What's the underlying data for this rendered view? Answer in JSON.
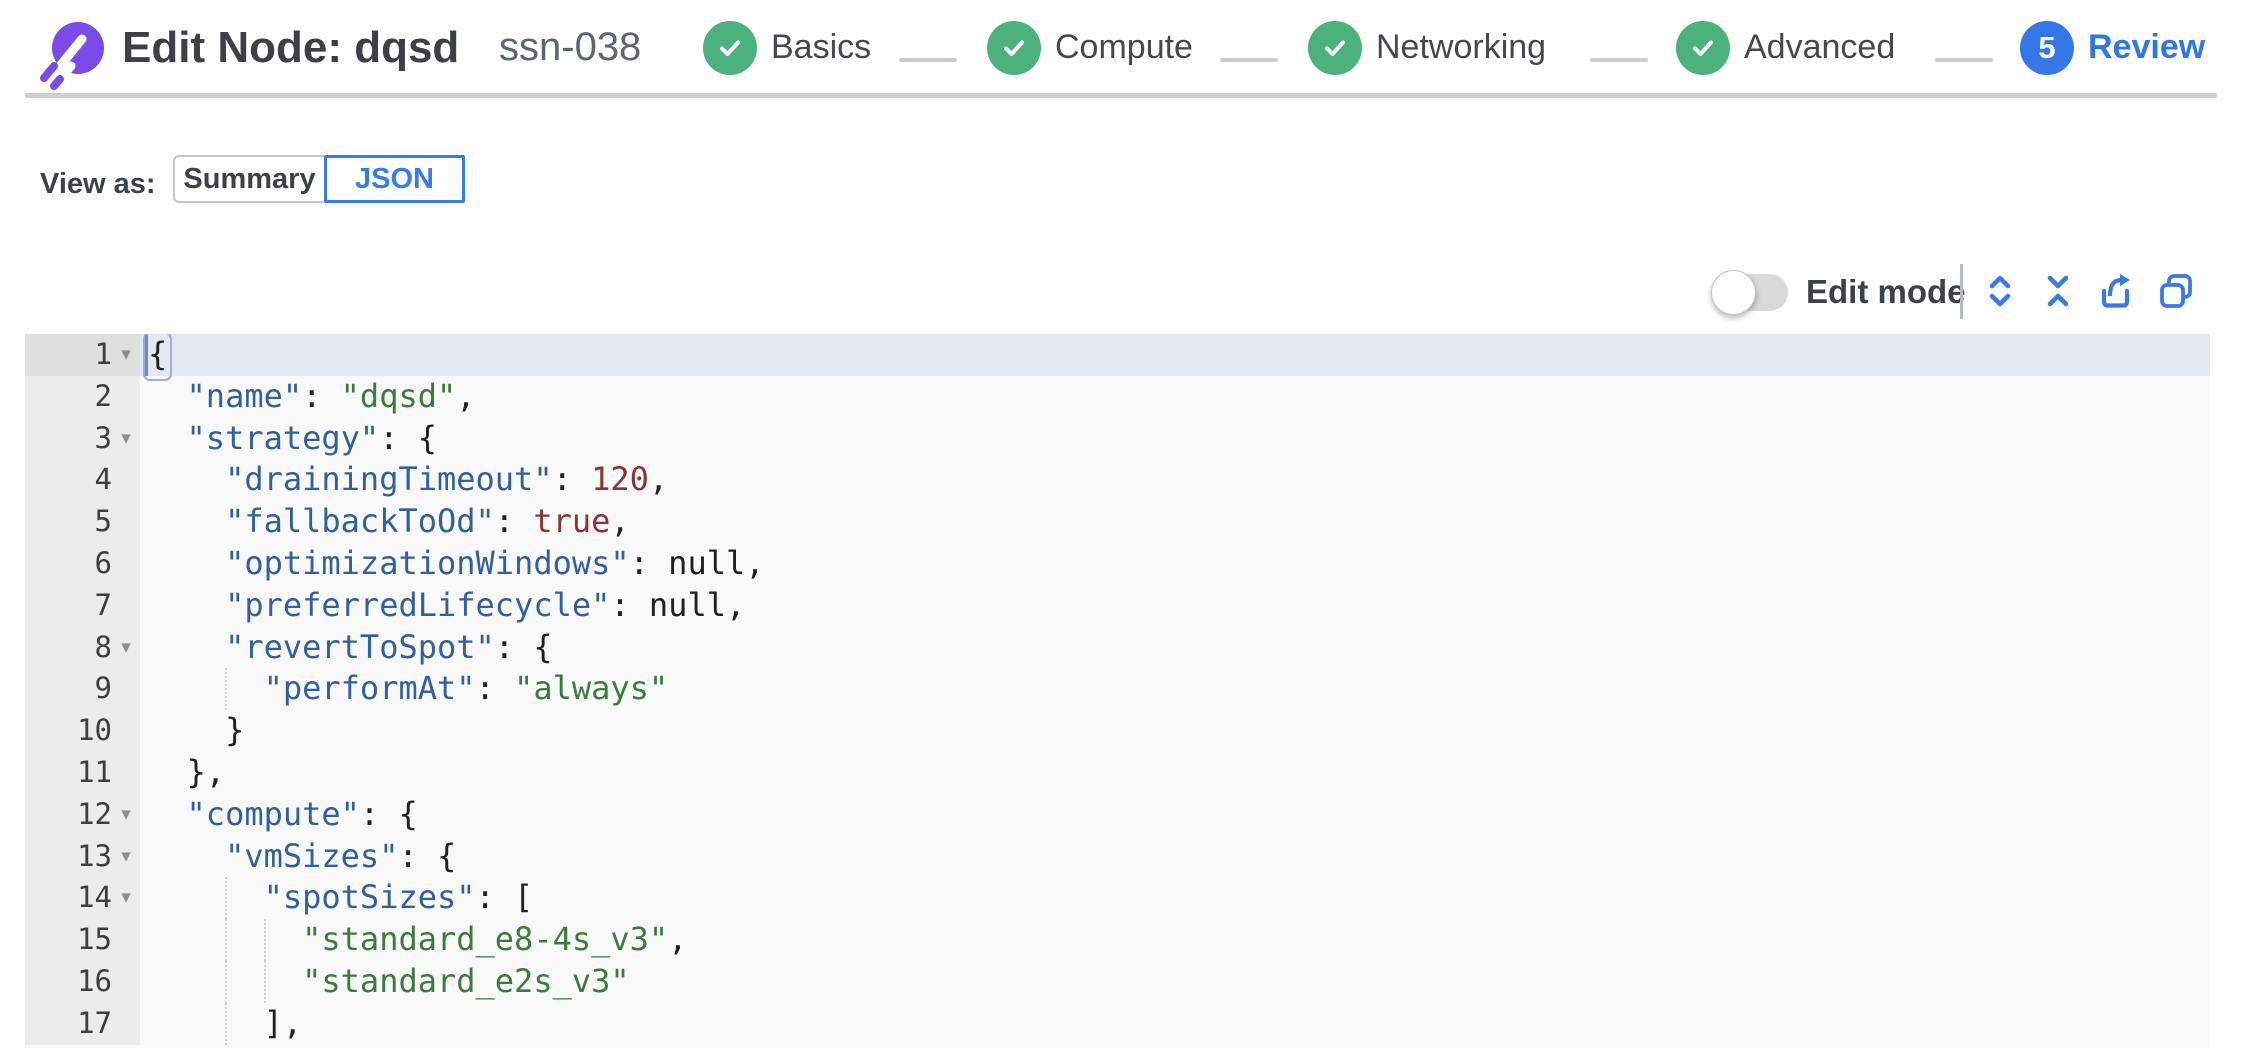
{
  "header": {
    "title": "Edit Node: dqsd",
    "node_id": "ssn-038",
    "steps": [
      {
        "label": "Basics",
        "state": "done"
      },
      {
        "label": "Compute",
        "state": "done"
      },
      {
        "label": "Networking",
        "state": "done"
      },
      {
        "label": "Advanced",
        "state": "done"
      },
      {
        "label": "Review",
        "state": "current",
        "number": "5"
      }
    ]
  },
  "view_as": {
    "label": "View as:",
    "options": [
      {
        "label": "Summary",
        "selected": false
      },
      {
        "label": "JSON",
        "selected": true
      }
    ]
  },
  "toolbar": {
    "edit_mode_label": "Edit mode",
    "edit_mode_on": false,
    "icons": [
      "expand-all",
      "collapse-all",
      "export",
      "copy"
    ]
  },
  "colors": {
    "accent_blue": "#3577e8",
    "step_green": "#4bb27e",
    "editor_bg": "#f9f9f9",
    "gutter_bg": "#ececec",
    "active_line": "#e2e7f1",
    "key": "#30609f",
    "string": "#3a7c3b",
    "number": "#8e3335",
    "logo_purple": "#7a4be8"
  },
  "editor": {
    "active_line": 1,
    "lines": [
      {
        "num": 1,
        "fold": true,
        "indent": 0,
        "tokens": [
          [
            "p",
            "{"
          ]
        ]
      },
      {
        "num": 2,
        "fold": false,
        "indent": 2,
        "tokens": [
          [
            "w",
            "  "
          ],
          [
            "k",
            "\"name\""
          ],
          [
            "p",
            ": "
          ],
          [
            "s",
            "\"dqsd\""
          ],
          [
            "p",
            ","
          ]
        ]
      },
      {
        "num": 3,
        "fold": true,
        "indent": 2,
        "tokens": [
          [
            "w",
            "  "
          ],
          [
            "k",
            "\"strategy\""
          ],
          [
            "p",
            ": {"
          ]
        ]
      },
      {
        "num": 4,
        "fold": false,
        "indent": 4,
        "tokens": [
          [
            "w",
            "    "
          ],
          [
            "k",
            "\"drainingTimeout\""
          ],
          [
            "p",
            ": "
          ],
          [
            "n",
            "120"
          ],
          [
            "p",
            ","
          ]
        ]
      },
      {
        "num": 5,
        "fold": false,
        "indent": 4,
        "tokens": [
          [
            "w",
            "    "
          ],
          [
            "k",
            "\"fallbackToOd\""
          ],
          [
            "p",
            ": "
          ],
          [
            "b",
            "true"
          ],
          [
            "p",
            ","
          ]
        ]
      },
      {
        "num": 6,
        "fold": false,
        "indent": 4,
        "tokens": [
          [
            "w",
            "    "
          ],
          [
            "k",
            "\"optimizationWindows\""
          ],
          [
            "p",
            ": "
          ],
          [
            "u",
            "null"
          ],
          [
            "p",
            ","
          ]
        ]
      },
      {
        "num": 7,
        "fold": false,
        "indent": 4,
        "tokens": [
          [
            "w",
            "    "
          ],
          [
            "k",
            "\"preferredLifecycle\""
          ],
          [
            "p",
            ": "
          ],
          [
            "u",
            "null"
          ],
          [
            "p",
            ","
          ]
        ]
      },
      {
        "num": 8,
        "fold": true,
        "indent": 4,
        "tokens": [
          [
            "w",
            "    "
          ],
          [
            "k",
            "\"revertToSpot\""
          ],
          [
            "p",
            ": {"
          ]
        ]
      },
      {
        "num": 9,
        "fold": false,
        "indent": 6,
        "tokens": [
          [
            "w",
            "      "
          ],
          [
            "k",
            "\"performAt\""
          ],
          [
            "p",
            ": "
          ],
          [
            "s",
            "\"always\""
          ]
        ]
      },
      {
        "num": 10,
        "fold": false,
        "indent": 4,
        "tokens": [
          [
            "w",
            "    "
          ],
          [
            "p",
            "}"
          ]
        ]
      },
      {
        "num": 11,
        "fold": false,
        "indent": 2,
        "tokens": [
          [
            "w",
            "  "
          ],
          [
            "p",
            "},"
          ]
        ]
      },
      {
        "num": 12,
        "fold": true,
        "indent": 2,
        "tokens": [
          [
            "w",
            "  "
          ],
          [
            "k",
            "\"compute\""
          ],
          [
            "p",
            ": {"
          ]
        ]
      },
      {
        "num": 13,
        "fold": true,
        "indent": 4,
        "tokens": [
          [
            "w",
            "    "
          ],
          [
            "k",
            "\"vmSizes\""
          ],
          [
            "p",
            ": {"
          ]
        ]
      },
      {
        "num": 14,
        "fold": true,
        "indent": 6,
        "tokens": [
          [
            "w",
            "      "
          ],
          [
            "k",
            "\"spotSizes\""
          ],
          [
            "p",
            ": ["
          ]
        ]
      },
      {
        "num": 15,
        "fold": false,
        "indent": 8,
        "tokens": [
          [
            "w",
            "        "
          ],
          [
            "s",
            "\"standard_e8-4s_v3\""
          ],
          [
            "p",
            ","
          ]
        ]
      },
      {
        "num": 16,
        "fold": false,
        "indent": 8,
        "tokens": [
          [
            "w",
            "        "
          ],
          [
            "s",
            "\"standard_e2s_v3\""
          ]
        ]
      },
      {
        "num": 17,
        "fold": false,
        "indent": 6,
        "tokens": [
          [
            "w",
            "      "
          ],
          [
            "p",
            "],"
          ]
        ]
      }
    ]
  }
}
